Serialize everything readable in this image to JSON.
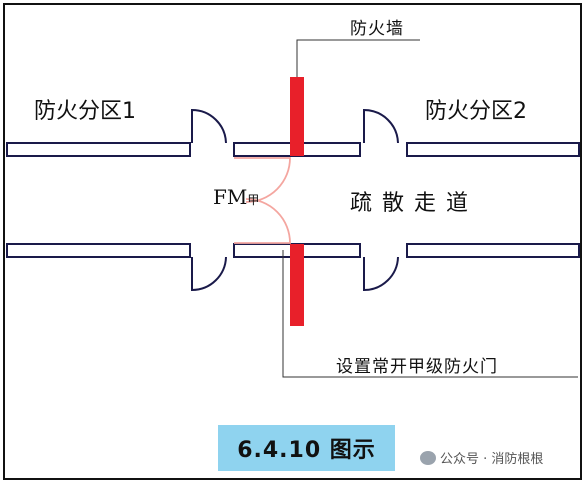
{
  "labels": {
    "zone_1": "防火分区1",
    "zone_2": "防火分区2",
    "fire_wall": "防火墙",
    "corridor": "疏散走道",
    "door_code": "FM",
    "door_grade": "甲",
    "door_note": "设置常开甲级防火门"
  },
  "caption": "6.4.10 图示",
  "watermark": "公众号 · 消防根根",
  "colors": {
    "wall_fill": "#ffffff",
    "wall_stroke": "#1a1a4a",
    "fire_wall": "#e8202a",
    "door_swing": "#f4a6a0",
    "caption_bg": "#8fd3ef"
  }
}
